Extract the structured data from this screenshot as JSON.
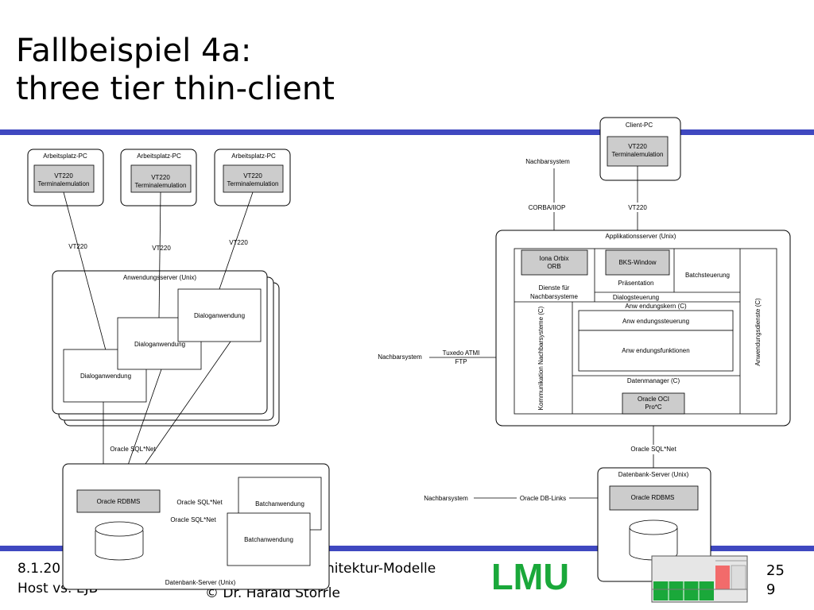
{
  "slide": {
    "title_line1": "Fallbeispiel 4a:",
    "title_line2": "three tier thin-client"
  },
  "colors": {
    "accent": "#3f48c0",
    "box_fill_gray": "#cccccc",
    "logo_green": "#1aa83a",
    "logo_red": "#f26b6b"
  },
  "left_diagram": {
    "workstations": [
      {
        "title": "Arbeitsplatz-PC",
        "inner_line1": "VT220",
        "inner_line2": "Terminalemulation"
      },
      {
        "title": "Arbeitsplatz-PC",
        "inner_line1": "VT220",
        "inner_line2": "Terminalemulation"
      },
      {
        "title": "Arbeitsplatz-PC",
        "inner_line1": "VT220",
        "inner_line2": "Terminalemulation"
      }
    ],
    "vt220_labels": [
      "VT220",
      "VT220",
      "VT220"
    ],
    "app_server": {
      "title": "Anwendungsserver (Unix)",
      "dialog_apps": [
        "Dialoganwendung",
        "Dialoganwendung",
        "Dialoganwendung"
      ]
    },
    "oracle_sqlnet_label": "Oracle SQL*Net",
    "db_server": {
      "title": "Datenbank-Server (Unix)",
      "rdbms": "Oracle RDBMS",
      "batch_apps": [
        "Batchanwendung",
        "Batchanwendung"
      ],
      "sqlnet_labels": [
        "Oracle SQL*Net",
        "Oracle SQL*Net"
      ]
    }
  },
  "right_diagram": {
    "client_pc": {
      "title": "Client-PC",
      "inner_line1": "VT220",
      "inner_line2": "Terminalemulation"
    },
    "nachbarsystem_top": "Nachbarsystem",
    "corba_label": "CORBA/IIOP",
    "vt220_label": "VT220",
    "app_server": {
      "title": "Applikationsserver (Unix)",
      "orb_line1": "Iona Orbix",
      "orb_line2": "ORB",
      "bks_window": "BKS-Window",
      "praesentation": "Präsentation",
      "batchsteuerung": "Batchsteuerung",
      "dienste_line1": "Dienste für",
      "dienste_line2": "Nachbarsysteme",
      "dialogsteuerung": "Dialogsteuerung",
      "kommunikation": "Kommunikation Nachbarsysteme (C)",
      "anwendungskern": "Anw endungskern (C)",
      "anwendungssteuerung": "Anw endungssteuerung",
      "anwendungsfunktionen": "Anw endungsfunktionen",
      "anwendungsdienste": "Anwendungsdienste (C)",
      "datenmanager": "Datenmanager (C)",
      "oci_line1": "Oracle OCI",
      "oci_line2": "Pro*C"
    },
    "nachbarsystem_mid": "Nachbarsystem",
    "tuxedo_line1": "Tuxedo ATMI",
    "tuxedo_line2": "FTP",
    "oracle_sqlnet_label": "Oracle SQL*Net",
    "db_server": {
      "title": "Datenbank-Server (Unix)",
      "rdbms": "Oracle RDBMS"
    },
    "nachbarsystem_bottom": "Nachbarsystem",
    "db_links_label": "Oracle DB-Links"
  },
  "footer": {
    "date_partial": "8.1.20",
    "host_partial": "Host vs. EJB",
    "course_partial": "nitektur-Modelle",
    "author": "© Dr. Harald Störrle",
    "logo_text": "LMU",
    "page_line1": "25",
    "page_line2": "9"
  }
}
